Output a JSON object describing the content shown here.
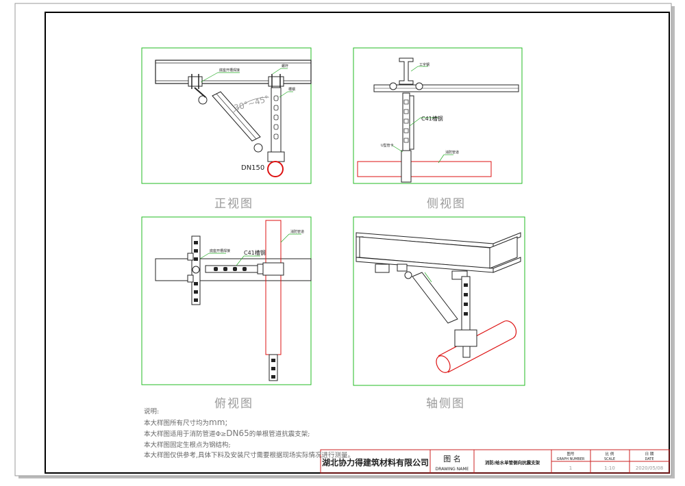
{
  "views": {
    "front": {
      "caption": "正视图",
      "labels": {
        "beam_clamp_note": "底座开槽焊接",
        "angle_note": "30°~45°",
        "dim_note": "螺杆",
        "channel_note": "槽钢",
        "pipe_size": "DN150"
      }
    },
    "side": {
      "caption": "侧视图",
      "labels": {
        "ibeam_note": "工字钢",
        "channel_note": "C41槽钢",
        "clamp_note": "U型管卡",
        "pipe_note": "消防管道"
      }
    },
    "top": {
      "caption": "俯视图",
      "labels": {
        "channel_note": "C41槽钢",
        "base_note": "底座开槽焊接",
        "pipe_note": "消防管道"
      }
    },
    "iso": {
      "caption": "轴侧图"
    }
  },
  "notes": {
    "heading": "说明:",
    "line1_prefix": "本大样图所有尺寸均为",
    "line1_unit": "mm;",
    "line2_prefix": "本大样图适用于消防管道Φ≥",
    "line2_size": "DN65",
    "line2_suffix": "的单根管道抗震支架;",
    "line3": "本大样图固定生根点为钢结构;",
    "line4": "本大样图仅供参考,具体下料及安装尺寸需要根据现场实际情况进行测量。"
  },
  "title_block": {
    "company": "湖北协力得建筑材料有限公司",
    "name_cn": "图  名",
    "name_en": "DRAWING NAME",
    "drawing_title": "消防/给水单管侧向抗震支架",
    "graph_no_cn": "图号",
    "graph_no_en": "GRAPH NUMBER",
    "graph_no_value": "1",
    "scale_cn": "比  例",
    "scale_en": "SCALE",
    "scale_value": "1:10",
    "date_cn": "日  期",
    "date_en": "DATE",
    "date_value": "2020/05/08"
  },
  "colors": {
    "frame": "#000000",
    "view_border": "#22bb22",
    "pipe": "#dd1111",
    "title_block": "#cc2222",
    "leader": "#22aa22",
    "steel": "#222222"
  }
}
